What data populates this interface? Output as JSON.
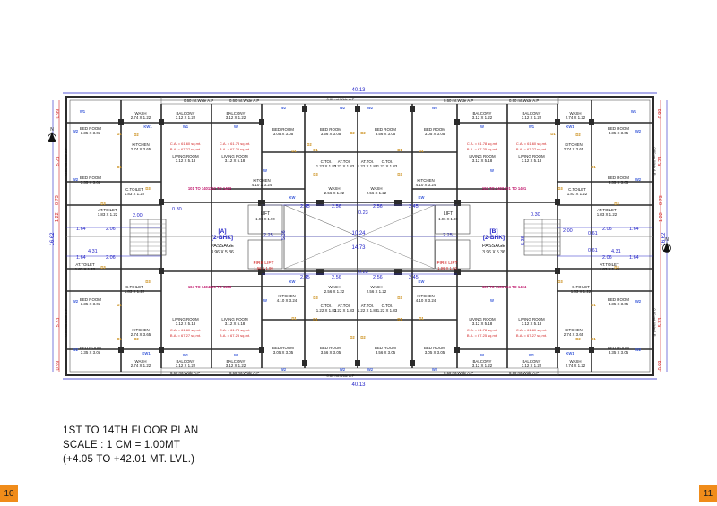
{
  "drawing": {
    "dims": {
      "overall_width": "40.13",
      "core_width_1": "10.24",
      "core_width_2": "14.73",
      "left_height": "16.62",
      "right_height": "16.62",
      "side_offsets": [
        "2.06",
        "4.31",
        "1.64"
      ],
      "passage_dims": [
        "2.45",
        "2.56",
        "0.23",
        "2.56",
        "2.45"
      ],
      "small": [
        "0.30",
        "2.00",
        "2.25",
        "5.36",
        "0.61",
        "1.22",
        "0.73",
        "5.23",
        "0.99"
      ]
    },
    "ap_labels": {
      "wide": "0.60 mt.Wide A.P",
      "short": "0.60 mt.\nWide A.P"
    },
    "flats": {
      "a": {
        "name": "[A]",
        "type": "[2-BHK]",
        "passage": "PASSAGE",
        "passage_size": "3.96 X 5.36"
      },
      "b": {
        "name": "[B]",
        "type": "[2-BHK]",
        "passage": "PASSAGE",
        "passage_size": "3.96 X 5.36"
      }
    },
    "rooms": {
      "bed_room": "BED ROOM",
      "bed_room_size_1": "3.35 X 3.05",
      "bed_room_size_2": "3.05 X 3.05",
      "bed_room_size_3": "3.56 X 3.05",
      "wash": "WASH",
      "wash_size": "2.74 X 1.22",
      "wash_core_size": "2.56 X 1.22",
      "balcony": "BALCONY",
      "balcony_size": "3.12 X 1.22",
      "kitchen": "KITCHEN",
      "kitchen_size": "2.74 X 3.65",
      "kitchen_core": "4.10 X 3.24",
      "living_room": "LIVING ROOM",
      "living_size": "3.12 X 5.18",
      "c_toilet": "C.TOILET",
      "c_toilet_size": "1.83 X 1.22",
      "at_toilet": "AT.TOILET",
      "at_toilet_size": "1.83 X 1.22",
      "lift": "LIFT",
      "lift_size": "1.96 X 1.90",
      "fire_lift": "FIRE LIFT",
      "fire_lift_size": "1.96 X 1.90",
      "ctoi": "C.TOI.",
      "attoi": "AT.TOI.",
      "toi_size": "1.22 X 1.83"
    },
    "areas": {
      "ca1": "C.A. = 61.60 sq.mt.",
      "ba1": "B.A. = 67.27 sq.mt.",
      "ca2": "C.A. = 61.78 sq.mt.",
      "ba2": "B.A. = 67.25 sq.mt."
    },
    "units": {
      "u1": "101 TO 1401",
      "u2": "102 TO 1402",
      "u3": "103 TO 1403",
      "u4": "104 TO 1404"
    },
    "tags": {
      "w1": "W1",
      "w2": "W2",
      "w": "W",
      "d1": "D1",
      "d2": "D2",
      "d3": "D3",
      "kw1": "KW1",
      "kw": "KW"
    },
    "north": "N"
  },
  "caption": {
    "line1": "1ST TO 14TH FLOOR PLAN",
    "line2": "SCALE : 1 CM = 1.00MT",
    "line3": "(+4.05 TO +42.01 MT. LVL.)"
  },
  "pages": {
    "left": "10",
    "right": "11"
  },
  "colors": {
    "wall": "#2b2b2b",
    "dim_blue": "#2323c8",
    "area_red": "#d11f1f",
    "unit_magenta": "#c0186c",
    "window_blue": "#3b5bd9",
    "tab_orange": "#f08c1a",
    "grid_red": "#e05a5a"
  }
}
